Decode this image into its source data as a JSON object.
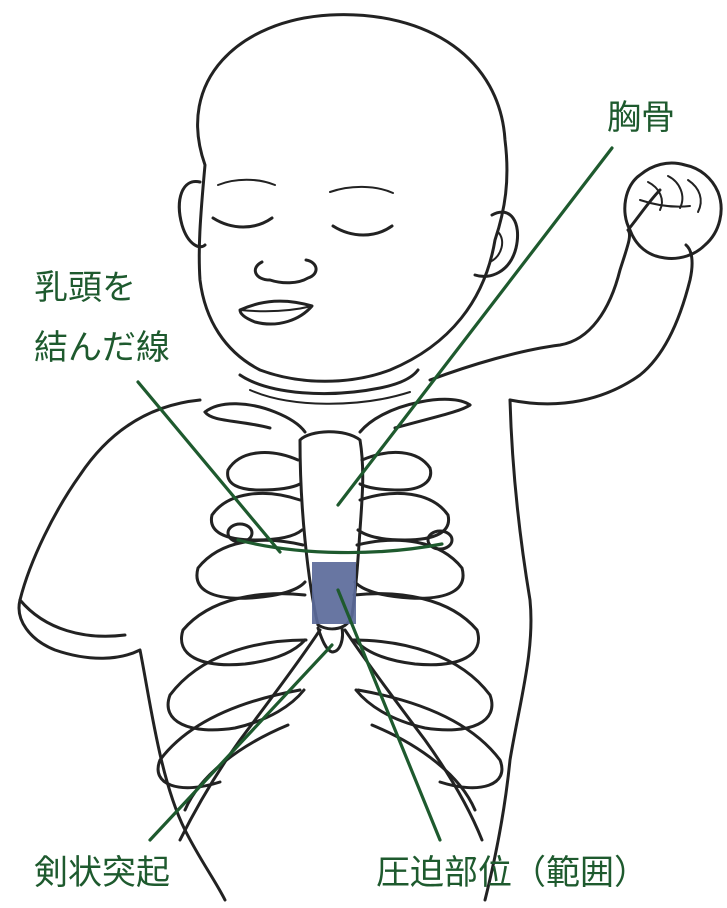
{
  "labels": {
    "sternum": "胸骨",
    "nipple_line_1": "乳頭を",
    "nipple_line_2": "結んだ線",
    "xiphoid": "剣状突起",
    "compression_site": "圧迫部位（範囲）"
  },
  "colors": {
    "label_text": "#1e5a2e",
    "leader_line": "#1e5a2e",
    "outline": "#222222",
    "compression_area": "#5b6a9a",
    "background": "#ffffff"
  }
}
